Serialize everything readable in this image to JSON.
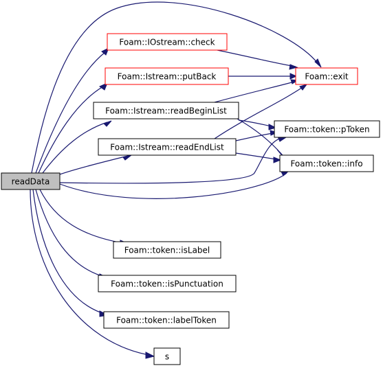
{
  "diagram": {
    "root": {
      "label": "readData"
    },
    "nodes": [
      {
        "id": "iostream-check",
        "label": "Foam::IOstream::check",
        "border": "red"
      },
      {
        "id": "istream-putback",
        "label": "Foam::Istream::putBack",
        "border": "red"
      },
      {
        "id": "istream-readbeginlist",
        "label": "Foam::Istream::readBeginList",
        "border": "black"
      },
      {
        "id": "istream-readendlist",
        "label": "Foam::Istream::readEndList",
        "border": "black"
      },
      {
        "id": "foam-exit",
        "label": "Foam::exit",
        "border": "red"
      },
      {
        "id": "token-ptoken",
        "label": "Foam::token::pToken",
        "border": "black"
      },
      {
        "id": "token-info",
        "label": "Foam::token::info",
        "border": "black"
      },
      {
        "id": "token-islabel",
        "label": "Foam::token::isLabel",
        "border": "black"
      },
      {
        "id": "token-ispunctuation",
        "label": "Foam::token::isPunctuation",
        "border": "black"
      },
      {
        "id": "token-labeltoken",
        "label": "Foam::token::labelToken",
        "border": "black"
      },
      {
        "id": "s",
        "label": "s",
        "border": "black"
      }
    ],
    "edges": [
      [
        "readData",
        "foam-exit"
      ],
      [
        "readData",
        "iostream-check"
      ],
      [
        "readData",
        "istream-putback"
      ],
      [
        "readData",
        "istream-readbeginlist"
      ],
      [
        "readData",
        "istream-readendlist"
      ],
      [
        "readData",
        "token-ptoken"
      ],
      [
        "readData",
        "token-info"
      ],
      [
        "readData",
        "token-islabel"
      ],
      [
        "readData",
        "token-ispunctuation"
      ],
      [
        "readData",
        "token-labeltoken"
      ],
      [
        "readData",
        "s"
      ],
      [
        "iostream-check",
        "foam-exit"
      ],
      [
        "istream-putback",
        "foam-exit"
      ],
      [
        "istream-readbeginlist",
        "foam-exit"
      ],
      [
        "istream-readbeginlist",
        "token-ptoken"
      ],
      [
        "istream-readbeginlist",
        "token-info"
      ],
      [
        "istream-readendlist",
        "foam-exit"
      ],
      [
        "istream-readendlist",
        "token-ptoken"
      ],
      [
        "istream-readendlist",
        "token-info"
      ]
    ],
    "colors": {
      "edge": "#191970",
      "root_fill": "#bfbfbf",
      "highlight_border": "#ff0000",
      "default_border": "#000000"
    }
  }
}
